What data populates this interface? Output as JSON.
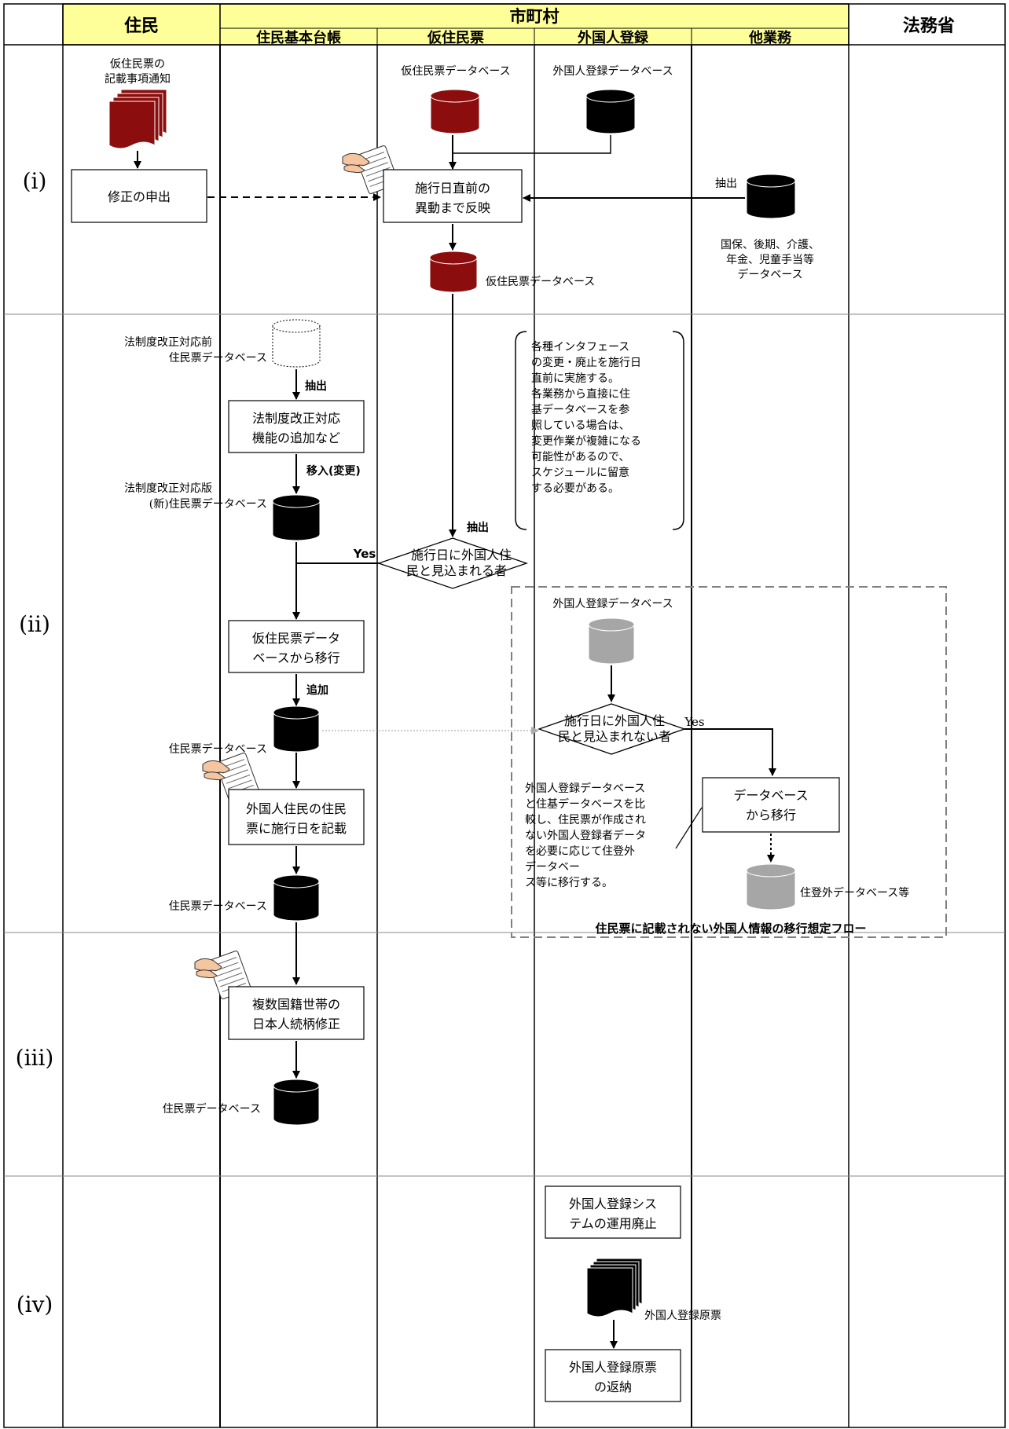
{
  "header": {
    "resident": "住民",
    "municipality": "市町村",
    "moj": "法務省",
    "sub_basic_register": "住民基本台帳",
    "sub_temp_resident": "仮住民票",
    "sub_foreign_reg": "外国人登録",
    "sub_other": "他業務"
  },
  "phases": {
    "p1": "(i)",
    "p2": "(ii)",
    "p3": "(iii)",
    "p4": "(iv)"
  },
  "phase1": {
    "notice_l1": "仮住民票の",
    "notice_l2": "記載事項通知",
    "request": "修正の申出",
    "temp_db_label": "仮住民票データベース",
    "foreign_db_label": "外国人登録データベース",
    "reflect_l1": "施行日直前の",
    "reflect_l2": "異動まで反映",
    "extract": "抽出",
    "other_db_l1": "国保、後期、介護、",
    "other_db_l2": "年金、児童手当等",
    "other_db_l3": "データベース",
    "temp_db_label2": "仮住民票データベース"
  },
  "phase2": {
    "old_db_l1": "法制度改正対応前",
    "old_db_l2": "住民票データベース",
    "extract": "抽出",
    "add_func_l1": "法制度改正対応",
    "add_func_l2": "機能の追加など",
    "migrate_change": "移入(変更)",
    "new_db_l1": "法制度改正対応版",
    "new_db_l2": "(新)住民票データベース",
    "note_l1": "各種インタフェース",
    "note_l2": "の変更・廃止を施行日",
    "note_l3": "直前に実施する。",
    "note_l4": "各業務から直接に住",
    "note_l5": "基データベースを参",
    "note_l6": "照している場合は、",
    "note_l7": "変更作業が複雑になる",
    "note_l8": "可能性があるので、",
    "note_l9": "スケジュールに留意",
    "note_l10": "する必要がある。",
    "extract2": "抽出",
    "decision1_l1": "施行日に外国人住",
    "decision1_l2": "民と見込まれる者",
    "yes1": "Yes",
    "migrate_temp_l1": "仮住民票データ",
    "migrate_temp_l2": "ベースから移行",
    "add": "追加",
    "resident_db": "住民票データベース",
    "record_l1": "外国人住民の住民",
    "record_l2": "票に施行日を記載",
    "resident_db2": "住民票データベース",
    "foreign_db_label": "外国人登録データベース",
    "decision2_l1": "施行日に外国人住",
    "decision2_l2": "民と見込まれない者",
    "yes2": "Yes",
    "compare_l1": "外国人登録データベース",
    "compare_l2": "と住基データベースを比",
    "compare_l3": "較し、住民票が作成され",
    "compare_l4": "ない外国人登録者データ",
    "compare_l5": "を必要に応じて住登外",
    "compare_l6": "データベー",
    "compare_l7": "ス等に移行する。",
    "migrate_db_l1": "データベース",
    "migrate_db_l2": "から移行",
    "non_resident_db": "住登外データベース等",
    "group_caption": "住民票に記載されない外国人情報の移行想定フロー"
  },
  "phase3": {
    "fix_l1": "複数国籍世帯の",
    "fix_l2": "日本人続柄修正",
    "resident_db": "住民票データベース"
  },
  "phase4": {
    "abolish_l1": "外国人登録シス",
    "abolish_l2": "テムの運用廃止",
    "original_label": "外国人登録原票",
    "return_l1": "外国人登録原票",
    "return_l2": "の返納"
  },
  "colors": {
    "header_bg": "#ffff99",
    "dark_red": "#8b0d0d",
    "black": "#000000",
    "gray": "#a6a6a6"
  }
}
